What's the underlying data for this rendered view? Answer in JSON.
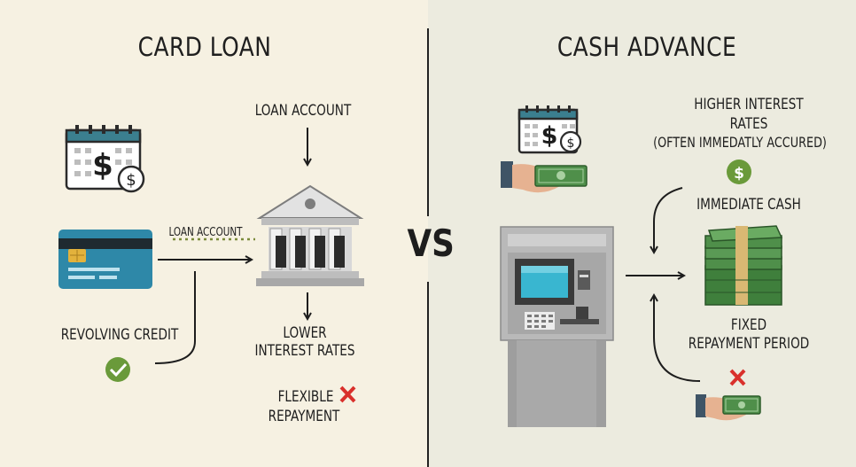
{
  "left": {
    "title": "CARD LOAN",
    "loan_account_top": "LOAN ACCOUNT",
    "loan_account_arrow": "LOAN ACCOUNT",
    "revolving_credit": "REVOLVING CREDIT",
    "lower_rates_line1": "LOWER",
    "lower_rates_line2": "INTEREST RATES",
    "flexible_line1": "FLEXIBLE",
    "flexible_line2": "REPAYMENT",
    "card_color": "#2e88a8",
    "check_color": "#6a9a3a",
    "cross_color": "#d9302b"
  },
  "center": {
    "vs": "VS"
  },
  "right": {
    "title": "CASH ADVANCE",
    "higher_line1": "HIGHER INTEREST",
    "higher_line2": "RATES",
    "higher_line3": "(OFTEN IMMEDATLY ACCURED)",
    "immediate_cash": "IMMEDIATE CASH",
    "fixed_line1": "FIXED",
    "fixed_line2": "REPAYMENT PERIOD",
    "money_color": "#4f8f4a",
    "cross_color": "#d9302b"
  },
  "icons": {
    "dollar_sign": "$"
  }
}
